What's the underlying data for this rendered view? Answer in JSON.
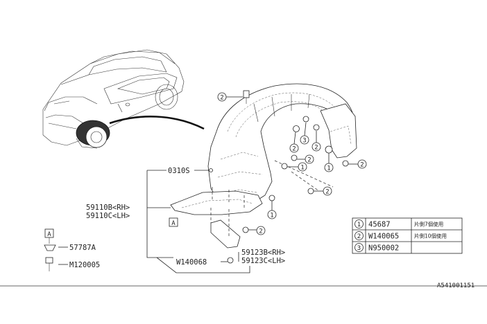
{
  "figure_code": "A541001151",
  "callouts": {
    "c1": "1",
    "c2": "2",
    "c3": "3",
    "ref_a": "A"
  },
  "parts": {
    "clip_0310s": "0310S",
    "liner_rh": "59110B<RH>",
    "liner_lh": "59110C<LH>",
    "cover_rh": "59123B<RH>",
    "cover_lh": "59123C<LH>",
    "bolt_w140068": "W140068",
    "nut_57787a": "57787A",
    "screw_m120005": "M120005"
  },
  "legend": [
    {
      "num": "1",
      "part": "45687",
      "note": "片側7個使用"
    },
    {
      "num": "2",
      "part": "W140065",
      "note": "片側10個使用"
    },
    {
      "num": "3",
      "part": "N950002",
      "note": ""
    }
  ]
}
